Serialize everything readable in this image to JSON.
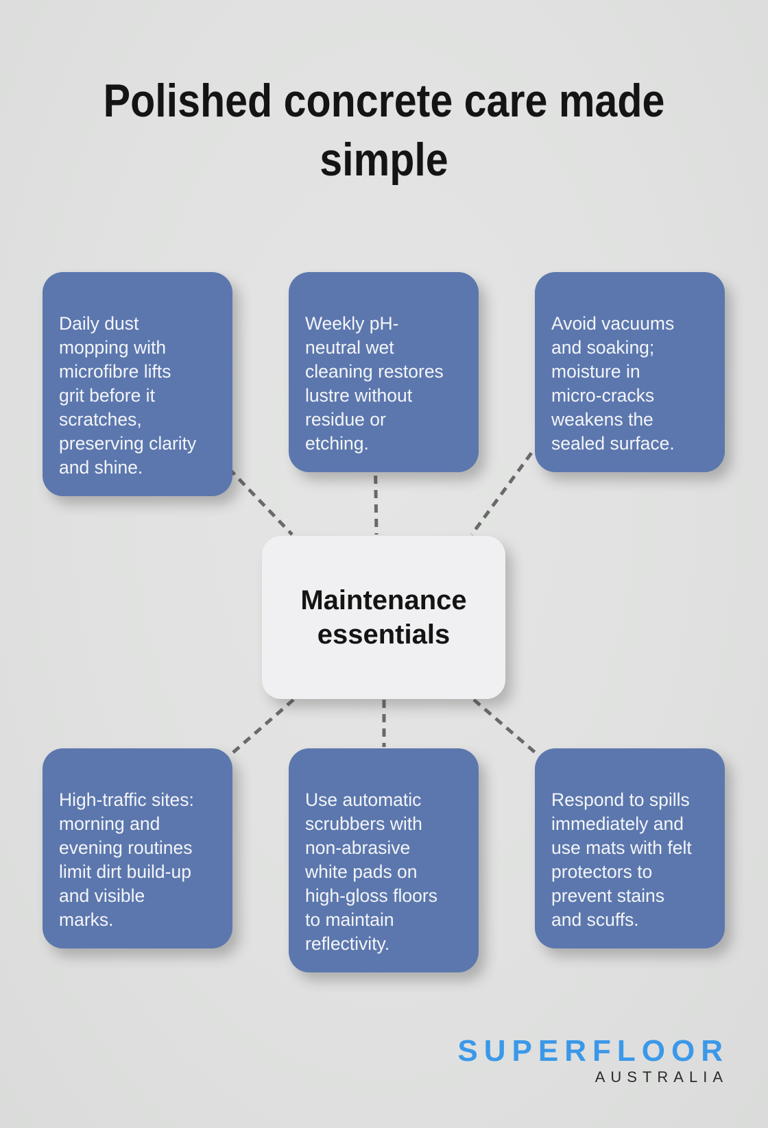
{
  "title": "Polished concrete care made\nsimple",
  "center": {
    "label": "Maintenance\nessentials"
  },
  "nodes": [
    {
      "id": "top-left",
      "text": "Daily dust\nmopping with\nmicrofibre lifts\ngrit before it\nscratches,\npreserving clarity\nand shine."
    },
    {
      "id": "top-middle",
      "text": "Weekly pH-\nneutral wet\ncleaning restores\nlustre without\nresidue or\netching."
    },
    {
      "id": "top-right",
      "text": "Avoid vacuums\nand soaking;\nmoisture in\nmicro-cracks\nweakens the\nsealed surface."
    },
    {
      "id": "bottom-left",
      "text": "High-traffic sites:\nmorning and\nevening routines\nlimit dirt build-up\nand visible\nmarks."
    },
    {
      "id": "bottom-middle",
      "text": "Use automatic\nscrubbers with\nnon-abrasive\nwhite pads on\nhigh-gloss floors\nto maintain\nreflectivity."
    },
    {
      "id": "bottom-right",
      "text": "Respond to spills\nimmediately and\nuse mats with felt\nprotectors to\nprevent stains\nand scuffs."
    }
  ],
  "logo": {
    "name": "SUPERFLOOR",
    "sub": "AUSTRALIA"
  },
  "colors": {
    "background": "#e0e1e0",
    "node_fill": "#5c77ad",
    "node_text": "#f3f5f9",
    "center_fill": "#f0f0f2",
    "center_text": "#141414",
    "title_text": "#141414",
    "connector": "#696969",
    "logo_blue": "#3b98e9",
    "logo_dark": "#2a2a2a"
  }
}
